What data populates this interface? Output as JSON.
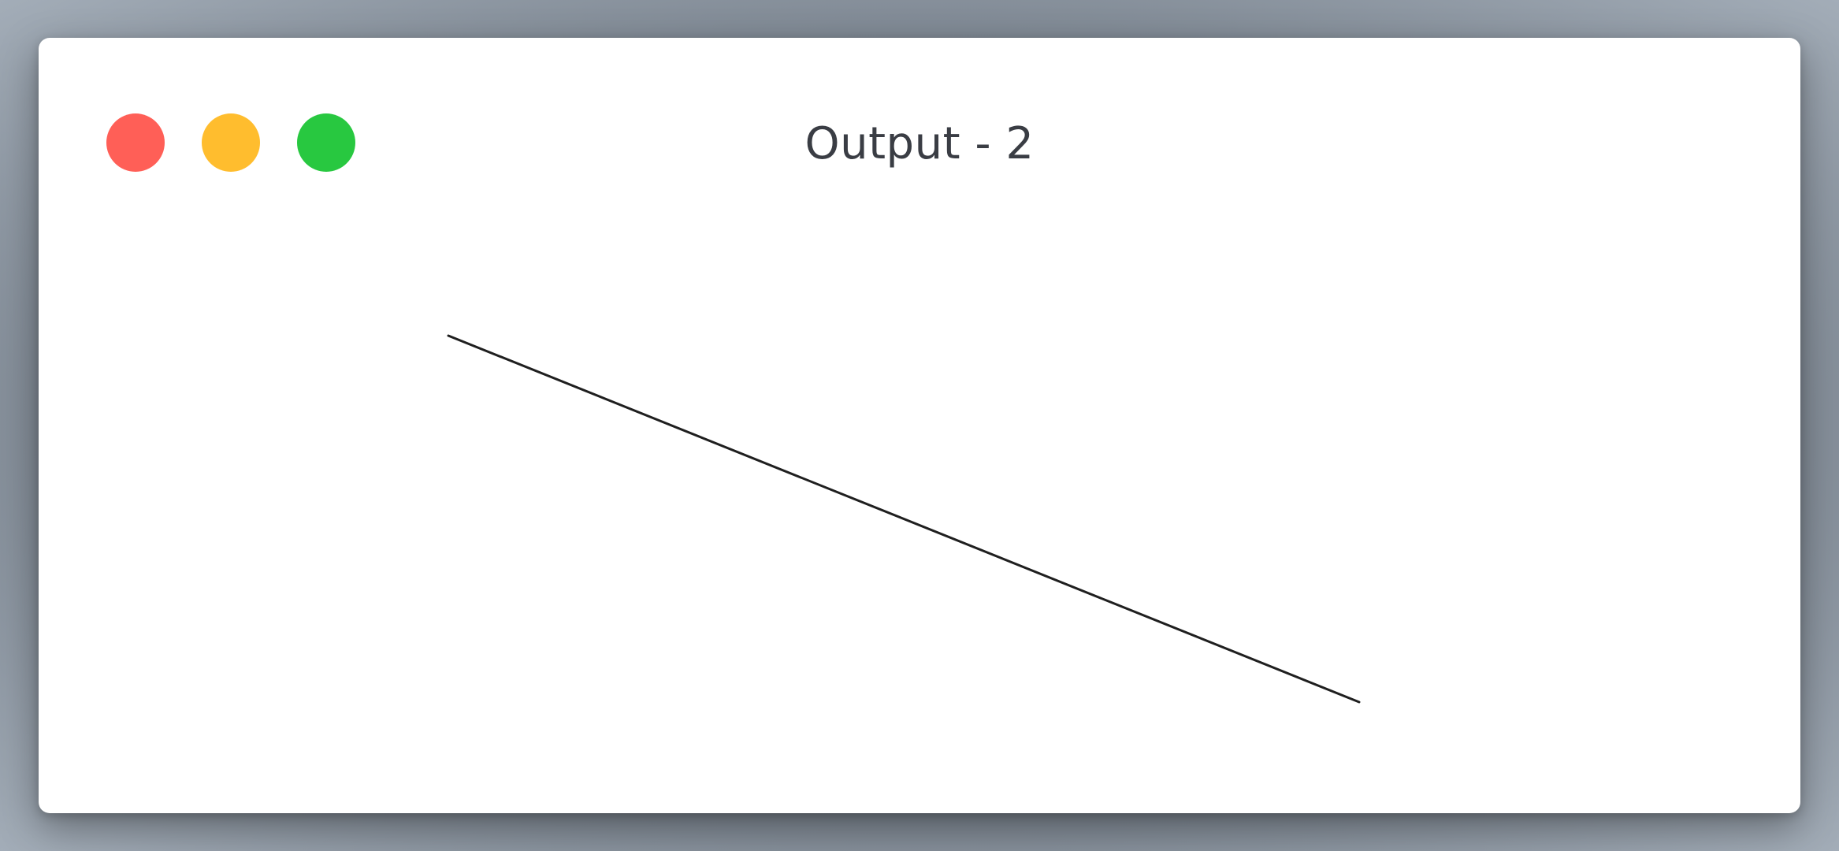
{
  "window": {
    "title": "Output - 2"
  },
  "traffic_lights": [
    {
      "name": "close",
      "color": "#ff5f57"
    },
    {
      "name": "minimize",
      "color": "#ffbd2e"
    },
    {
      "name": "maximize",
      "color": "#28c840"
    }
  ],
  "drawing": {
    "stroke_color": "#1f1f1f"
  }
}
